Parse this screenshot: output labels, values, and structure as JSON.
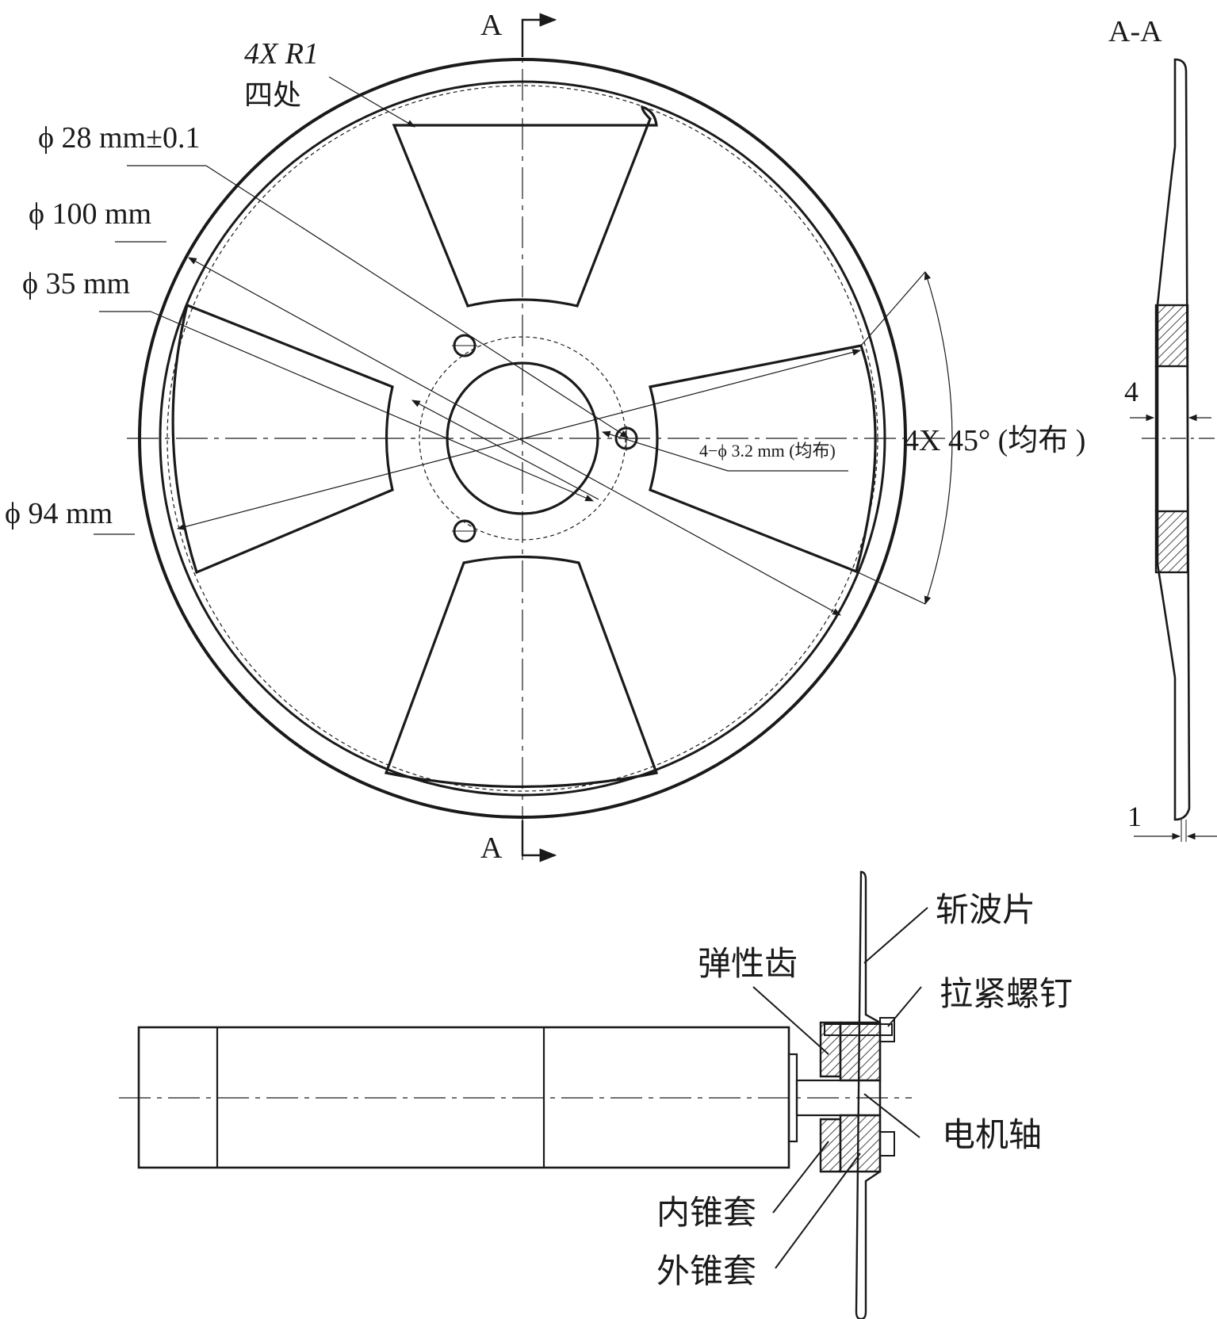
{
  "section_markers": {
    "top": "A",
    "bottom": "A"
  },
  "section_view": {
    "title": "A-A",
    "dim_4": "4",
    "dim_1": "1"
  },
  "dimensions": {
    "r1_line1": "4X R1",
    "r1_line2": "四处",
    "d28": "ϕ 28 mm±0.1",
    "d100": "ϕ 100 mm",
    "d35": "ϕ 35 mm",
    "d94": "ϕ 94 mm",
    "holes": "4−ϕ 3.2 mm (均布)",
    "angle": "4X 45° (均布 )"
  },
  "assembly_labels": {
    "chopper_blade": "斩波片",
    "elastic_teeth": "弹性齿",
    "tension_screw": "拉紧螺钉",
    "motor_shaft": "电机轴",
    "inner_cone_sleeve": "内锥套",
    "outer_cone_sleeve": "外锥套"
  }
}
